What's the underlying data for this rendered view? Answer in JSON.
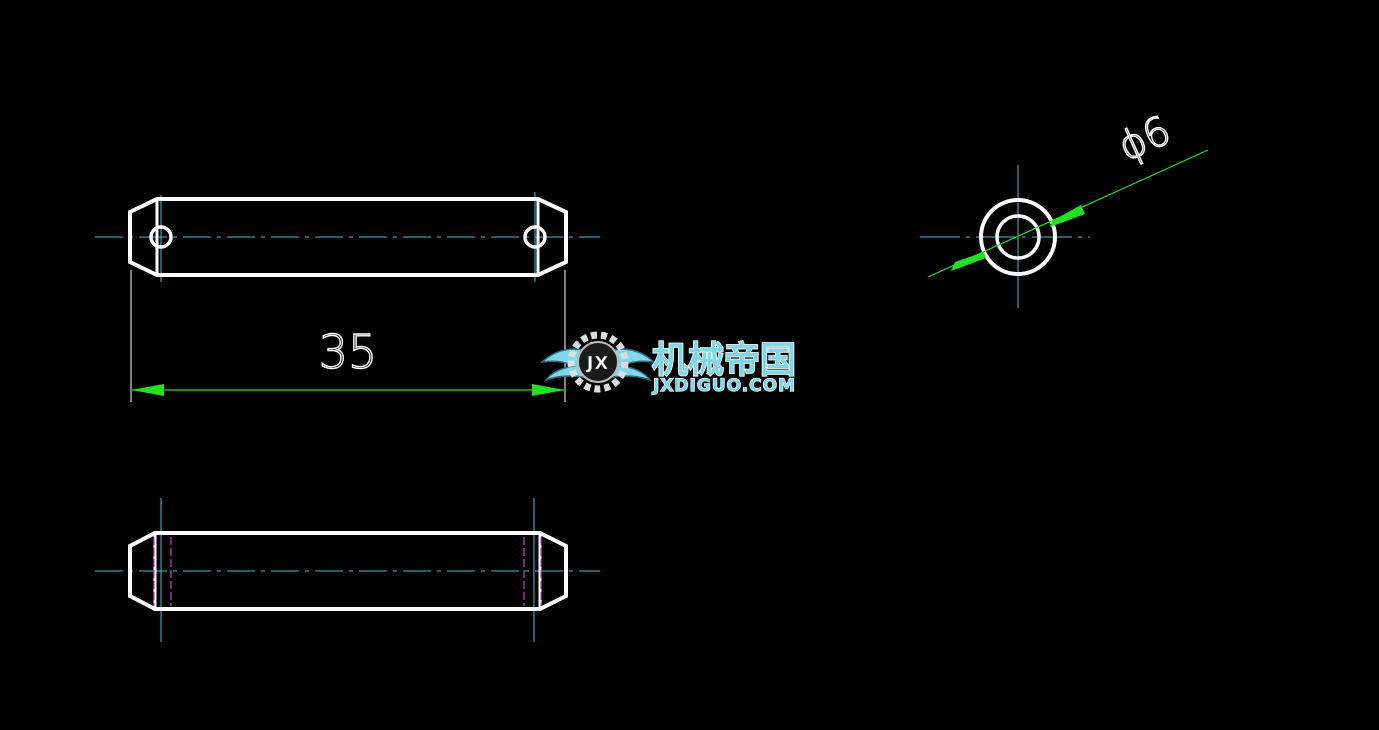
{
  "drawing": {
    "background_color": "#000000",
    "outline_color": "#ffffff",
    "centerline_color": "#3fbfd0",
    "dimension_color": "#22e022",
    "hidden_line_color": "#d040d0"
  },
  "dimensions": {
    "length_label": "35",
    "diameter_label": "ϕ6"
  },
  "watermark": {
    "title_cn": "机械帝国",
    "site": "JXDIGUO.COM",
    "emblem_letters": "JX",
    "emblem_icon": "gear-wings-emblem"
  }
}
